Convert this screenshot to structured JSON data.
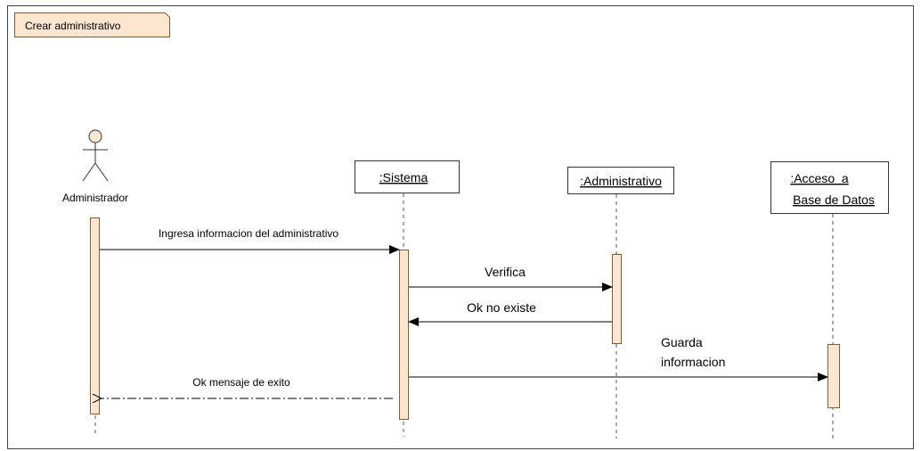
{
  "frame": {
    "title": "Crear administrativo"
  },
  "lifelines": {
    "actor": "Administrador",
    "sistema": ":Sistema",
    "administrativo": ":Administrativo",
    "acceso_line1": ":Acceso  a",
    "acceso_line2": "Base de Datos"
  },
  "messages": {
    "m1": "Ingresa informacion del administrativo",
    "m2": "Verifica",
    "m3": "Ok no existe",
    "m4_line1": "Guarda",
    "m4_line2": "informacion",
    "m5": "Ok mensaje de exito"
  },
  "colors": {
    "activation_fill": "#fde6d0",
    "activation_stroke": "#8b5a2b",
    "frame_tab_fill": "#fde6d0",
    "line": "#000000",
    "border": "#333333"
  }
}
